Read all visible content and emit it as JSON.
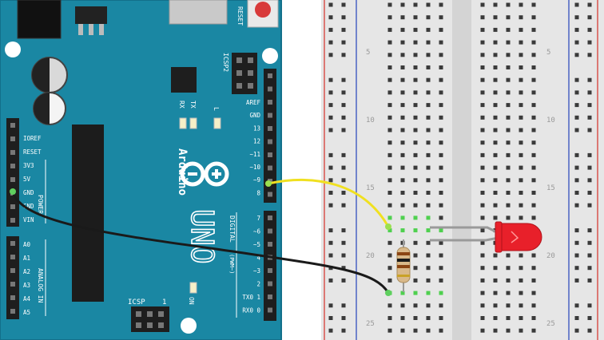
{
  "colors": {
    "board": "#1a87a3",
    "board_edge": "#12708a",
    "breadboard": "#e6e6e6",
    "breadboard_mid": "#d4d4d4",
    "rail_red": "#d9534f",
    "rail_blue": "#4a63c4",
    "hole": "#3a3a3a",
    "wire_yellow": "#f0e020",
    "wire_black": "#1a1a1a",
    "led_red": "#e8202a",
    "header": "#1e1e1e",
    "label_white": "#ffffff",
    "bb_number": "#9a9a9a",
    "active_hole": "#4fd04f"
  },
  "arduino": {
    "logo_text": "Arduino",
    "model_text": "UNO",
    "reset_label": "RESET",
    "icsp2_label": "ICSP2",
    "icsp_label": "ICSP",
    "icsp_num": "1",
    "rx_label": "RX",
    "tx_label": "TX",
    "l_label": "L",
    "on_label": "ON",
    "power_label": "POWER",
    "analog_label": "ANALOG IN",
    "digital_label": "DIGITAL",
    "pwm_label": "(PWM~)",
    "left_pins": [
      "IOREF",
      "RESET",
      "3V3",
      "5V",
      "GND",
      "GND",
      "VIN"
    ],
    "analog_pins": [
      "A0",
      "A1",
      "A2",
      "A3",
      "A4",
      "A5"
    ],
    "right_pins_top": [
      "AREF",
      "GND",
      "13",
      "12",
      "~11",
      "~10",
      "~9",
      "8"
    ],
    "right_pins_bottom": [
      "7",
      "~6",
      "~5",
      "4",
      "~3",
      "2",
      "TX0 1",
      "RX0 0"
    ]
  },
  "breadboard": {
    "row_numbers": [
      "5",
      "10",
      "15",
      "20",
      "25"
    ]
  }
}
